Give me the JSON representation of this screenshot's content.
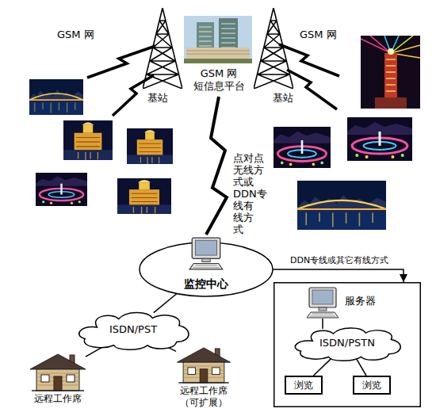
{
  "diagram": {
    "nodes": [
      {
        "text": [
          "GSM 网 短信息平台"
        ]
      },
      {
        "text": [
          "监控中心"
        ]
      },
      {
        "text": [
          "ISDN/PST"
        ]
      },
      {
        "text": [
          "远程工作席"
        ]
      },
      {
        "text": [
          "远程工作席 （可扩展）"
        ]
      },
      {
        "text": [
          "服务器"
        ]
      },
      {
        "text": [
          "ISDN/PSTN"
        ],
        "in": 5
      },
      {
        "text": [
          "浏览"
        ],
        "in": 5
      },
      {
        "text": [
          "浏览"
        ],
        "in": 5
      }
    ],
    "edges": [
      {
        "from": 0,
        "to": 1,
        "arrow": "none",
        "label": "点对点 无线方 式或 DDN专 线有 线方 式"
      },
      {
        "from": 1,
        "to": 5,
        "arrow": "to",
        "label": "DDN专线或其它有线方式"
      },
      {
        "from": 1,
        "to": 2,
        "arrow": "none"
      },
      {
        "from": 2,
        "to": 3,
        "arrow": "none"
      },
      {
        "from": 2,
        "to": 4,
        "arrow": "none"
      },
      {
        "from": 6,
        "to": 7,
        "arrow": "none"
      },
      {
        "from": 6,
        "to": 8,
        "arrow": "none"
      }
    ],
    "labels": [
      "GSM 网",
      "GSM 网",
      "基站",
      "基站"
    ]
  }
}
